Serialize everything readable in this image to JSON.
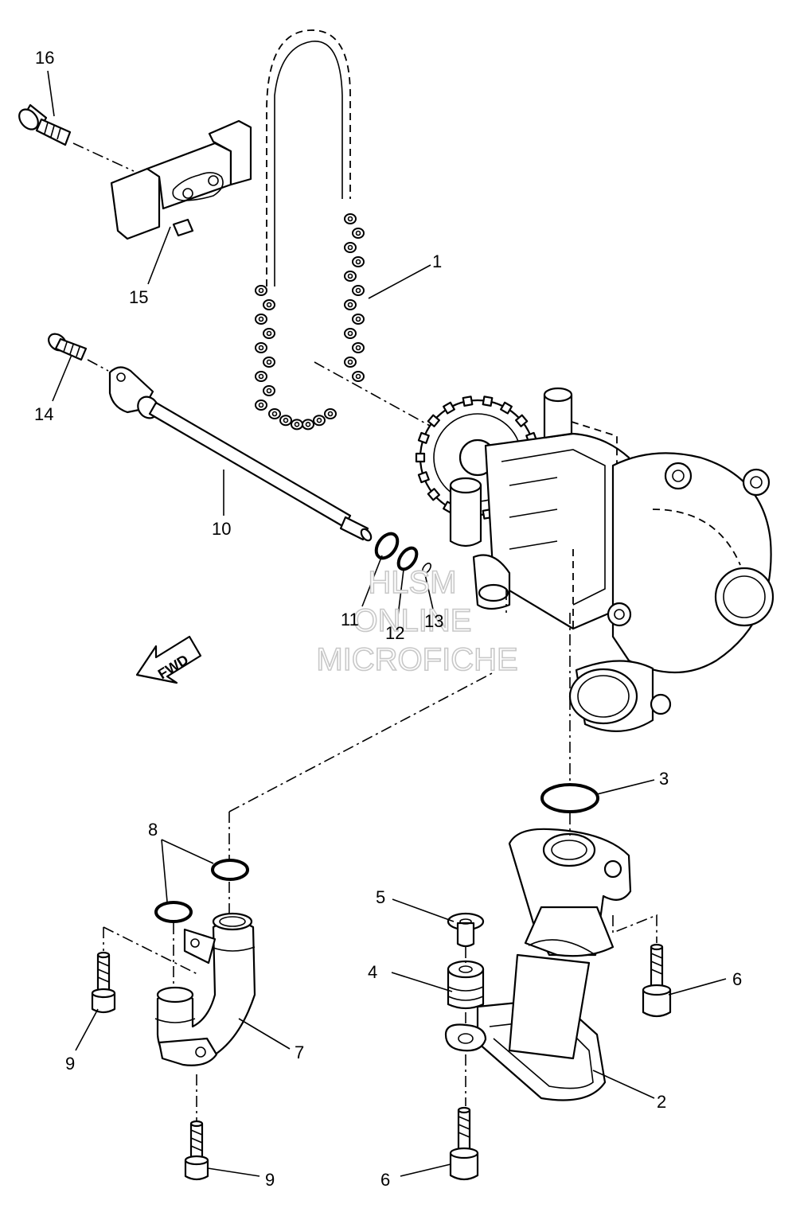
{
  "callouts": {
    "p1": "1",
    "p2": "2",
    "p3": "3",
    "p4": "4",
    "p5": "5",
    "p6a": "6",
    "p6b": "6",
    "p7": "7",
    "p8": "8",
    "p9a": "9",
    "p9b": "9",
    "p10": "10",
    "p11": "11",
    "p12": "12",
    "p13": "13",
    "p14": "14",
    "p15": "15",
    "p16": "16"
  },
  "direction_arrow": {
    "label": "FWD"
  },
  "watermark": {
    "line1": "HLSM",
    "line2": "ONLINE",
    "line3": "MICROFICHE"
  },
  "colors": {
    "line": "#000000",
    "background": "#ffffff",
    "watermark": "#c8c8c8"
  }
}
